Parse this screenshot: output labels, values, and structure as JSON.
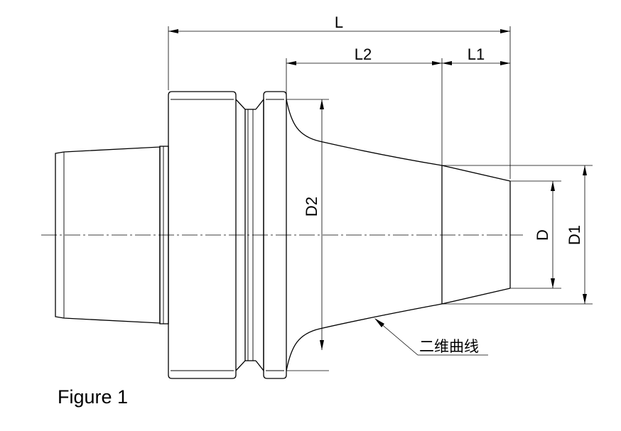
{
  "labels": {
    "L": "L",
    "L1": "L1",
    "L2": "L2",
    "D": "D",
    "D1": "D1",
    "D2": "D2",
    "curve_note": "二维曲线"
  },
  "caption": "Figure 1"
}
